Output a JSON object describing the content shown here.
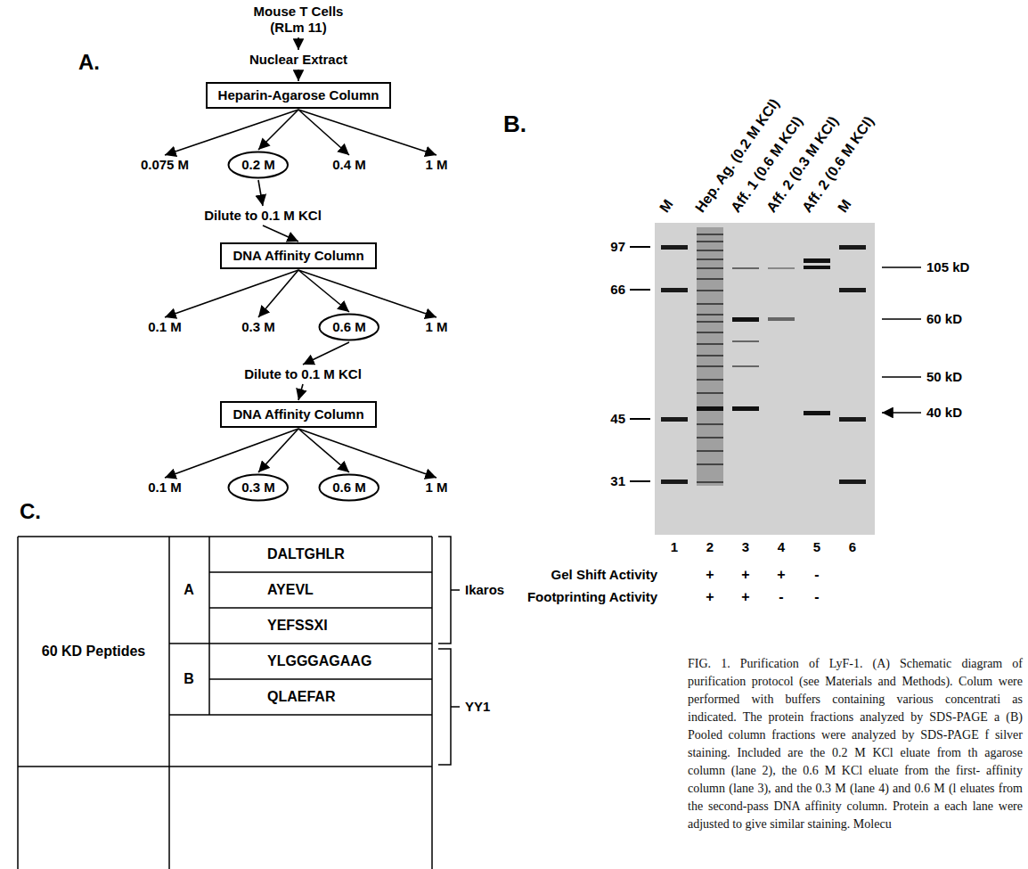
{
  "diagram": {
    "caption": "FIG. 1. Purification of LyF-1. (A) Schematic diagram of purification protocol (see Materials and Methods). Colum were performed with buffers containing various concentrati as indicated. The protein fractions analyzed by SDS-PAGE a (B) Pooled column fractions were analyzed by SDS-PAGE f silver staining. Included are the 0.2 M KCl eluate from th agarose column (lane 2), the 0.6 M KCl eluate from the first- affinity column (lane 3), and the 0.3 M (lane 4) and 0.6 M (l eluates from the second-pass DNA affinity column. Protein a each lane were adjusted to give similar staining. Molecu",
    "nodes": [
      {
        "text": [
          "Mouse T Cells (RLm 11)"
        ]
      },
      {
        "text": [
          "Nuclear Extract"
        ]
      },
      {
        "text": [
          "Heparin-Agarose Column"
        ]
      },
      {
        "text": [
          "0.075 M"
        ]
      },
      {
        "text": [
          "0.2 M"
        ]
      },
      {
        "text": [
          "0.4 M"
        ]
      },
      {
        "text": [
          "1 M"
        ]
      },
      {
        "text": [
          "Dilute to 0.1 M KCl"
        ]
      },
      {
        "text": [
          "DNA Affinity Column"
        ]
      },
      {
        "text": [
          "0.1 M"
        ]
      },
      {
        "text": [
          "0.3 M"
        ]
      },
      {
        "text": [
          "0.6 M"
        ]
      },
      {
        "text": [
          "1 M"
        ]
      },
      {
        "text": [
          "Dilute to 0.1 M KCl"
        ]
      },
      {
        "text": [
          "DNA Affinity Column"
        ]
      },
      {
        "text": [
          "0.1 M"
        ]
      },
      {
        "text": [
          "0.3 M"
        ]
      },
      {
        "text": [
          "0.6 M"
        ]
      },
      {
        "text": [
          "1 M"
        ]
      }
    ],
    "edges": [
      {
        "from": 0,
        "to": 1,
        "arrow": "to"
      },
      {
        "from": 1,
        "to": 2,
        "arrow": "to"
      },
      {
        "from": 2,
        "to": 3,
        "arrow": "to"
      },
      {
        "from": 2,
        "to": 4,
        "arrow": "to"
      },
      {
        "from": 2,
        "to": 5,
        "arrow": "to"
      },
      {
        "from": 2,
        "to": 6,
        "arrow": "to"
      },
      {
        "from": 4,
        "to": 7,
        "arrow": "to"
      },
      {
        "from": 7,
        "to": 8,
        "arrow": "to"
      },
      {
        "from": 8,
        "to": 9,
        "arrow": "to"
      },
      {
        "from": 8,
        "to": 10,
        "arrow": "to"
      },
      {
        "from": 8,
        "to": 11,
        "arrow": "to"
      },
      {
        "from": 8,
        "to": 12,
        "arrow": "to"
      },
      {
        "from": 11,
        "to": 13,
        "arrow": "to"
      },
      {
        "from": 13,
        "to": 14,
        "arrow": "to"
      },
      {
        "from": 14,
        "to": 15,
        "arrow": "to"
      },
      {
        "from": 14,
        "to": 16,
        "arrow": "to"
      },
      {
        "from": 14,
        "to": 17,
        "arrow": "to"
      },
      {
        "from": 14,
        "to": 18,
        "arrow": "to"
      }
    ],
    "labels": [
      "A.",
      "B.",
      "M",
      "Hep. Ag. (0.2 M KCl)",
      "Aff. 1 (0.6 M KCl)",
      "Aff. 2 (0.3 M KCl)",
      "Aff. 2 (0.6 M KCl)",
      "M",
      "97",
      "66",
      "45",
      "31",
      "105 kD",
      "60 kD",
      "50 kD",
      "40 kD",
      "1",
      "2",
      "3",
      "4",
      "5",
      "6",
      "Gel Shift Activity",
      "+",
      "+",
      "+",
      "-",
      "Footprinting Activity",
      "+",
      "+",
      "-",
      "-",
      "C.",
      "60 KD Peptides",
      "A",
      "B",
      "DALTGHLR",
      "AYEVL",
      "YEFSSXI",
      "YLGGGAGAAG",
      "QLAEFAR",
      "Ikaros",
      "YY1"
    ]
  }
}
